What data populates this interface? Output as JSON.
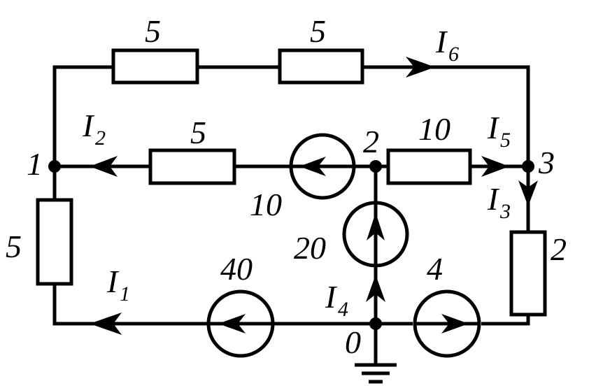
{
  "nodes": {
    "n0": "0",
    "n1": "1",
    "n2": "2",
    "n3": "3"
  },
  "resistors": {
    "top_left": "5",
    "top_right": "5",
    "mid_left": "5",
    "mid_right": "10",
    "left": "5",
    "right": "2"
  },
  "sources": {
    "mid": "10",
    "vertical": "20",
    "bottom_left": "40",
    "bottom_right": "4"
  },
  "currents": {
    "i1": {
      "main": "I",
      "sub": "1"
    },
    "i2": {
      "main": "I",
      "sub": "2"
    },
    "i3": {
      "main": "I",
      "sub": "3"
    },
    "i4": {
      "main": "I",
      "sub": "4"
    },
    "i5": {
      "main": "I",
      "sub": "5"
    },
    "i6": {
      "main": "I",
      "sub": "6"
    }
  }
}
